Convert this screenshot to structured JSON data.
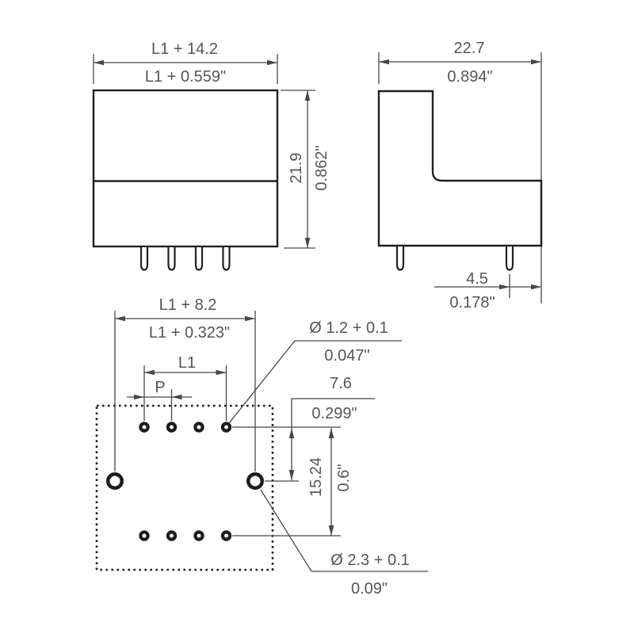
{
  "drawing": {
    "front_view": {
      "width_mm": "L1 + 14.2",
      "width_in": "L1 + 0.559\"",
      "height_mm": "21.9",
      "height_in": "0.862\""
    },
    "side_view": {
      "width_mm": "22.7",
      "width_in": "0.894\"",
      "pin_setback_mm": "4.5",
      "pin_setback_in": "0.178\""
    },
    "footprint_view": {
      "hole_span_mm": "L1 + 8.2",
      "hole_span_in": "L1 + 0.323\"",
      "pin_row_length": "L1",
      "pitch": "P",
      "small_hole_dia_mm": "Ø 1.2 + 0.1",
      "small_hole_dia_in": "0.047\"",
      "row_offset_mm": "7.6",
      "row_offset_in": "0.299\"",
      "row_spacing_mm": "15.24",
      "row_spacing_in": "0.6\"",
      "large_hole_dia_mm": "Ø 2.3 + 0.1",
      "large_hole_dia_in": "0.09\""
    }
  }
}
